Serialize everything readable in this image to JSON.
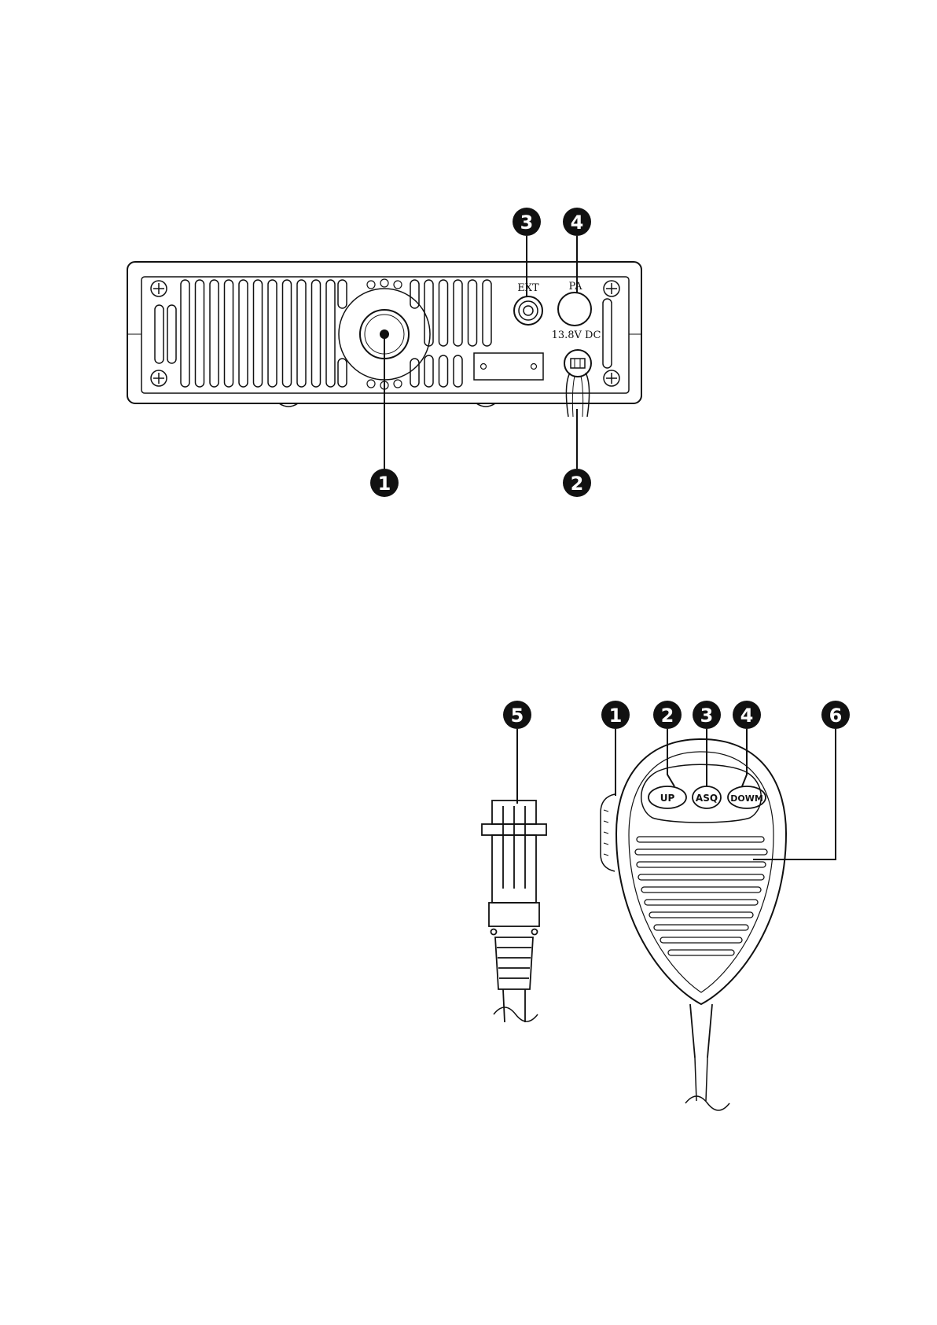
{
  "rear_panel": {
    "labels": {
      "ext": "EXT",
      "pa": "PA",
      "power": "13.8V DC"
    },
    "callouts": [
      "1",
      "2",
      "3",
      "4"
    ]
  },
  "microphone": {
    "buttons": {
      "up": "UP",
      "asq": "ASQ",
      "down": "DOWM"
    },
    "callouts": [
      "5",
      "1",
      "2",
      "3",
      "4",
      "6"
    ]
  }
}
